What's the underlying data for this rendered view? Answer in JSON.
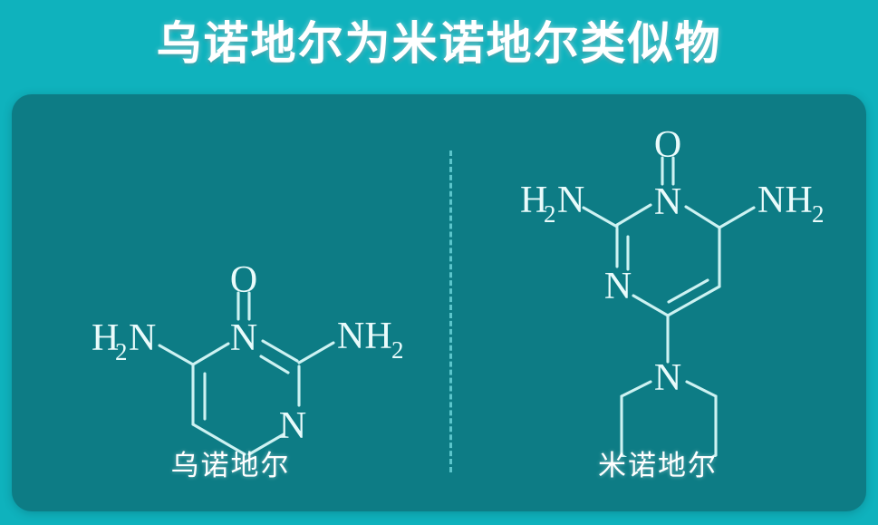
{
  "page": {
    "title": "乌诺地尔为米诺地尔类似物",
    "background_color": "#0fb2bd",
    "card_color": "#0d7c85",
    "accent_color": "#cdf2f2"
  },
  "card": {
    "divider": "dashed-vertical-divider",
    "panels": [
      {
        "id": "left",
        "caption": "乌诺地尔",
        "molecule_name": "unoxidil-structure",
        "atom_labels": [
          {
            "text": "O",
            "sub": ""
          },
          {
            "text": "N",
            "sub": ""
          },
          {
            "text": "N",
            "sub": ""
          },
          {
            "text": "H",
            "sub": "2",
            "tail": "N"
          },
          {
            "text": "NH",
            "sub": "2"
          }
        ],
        "labels": {
          "oxygen": "O",
          "nitrogen_top": "N",
          "nitrogen_lower": "N",
          "amino_left_h": "H",
          "amino_left_sub": "2",
          "amino_left_n": "N",
          "amino_right": "NH",
          "amino_right_sub": "2"
        }
      },
      {
        "id": "right",
        "caption": "米诺地尔",
        "molecule_name": "minoxidil-structure",
        "labels": {
          "oxygen": "O",
          "nitrogen_top": "N",
          "nitrogen_left": "N",
          "nitrogen_piperidine": "N",
          "amino_left_h": "H",
          "amino_left_sub": "2",
          "amino_left_n": "N",
          "amino_right": "NH",
          "amino_right_sub": "2"
        }
      }
    ]
  }
}
